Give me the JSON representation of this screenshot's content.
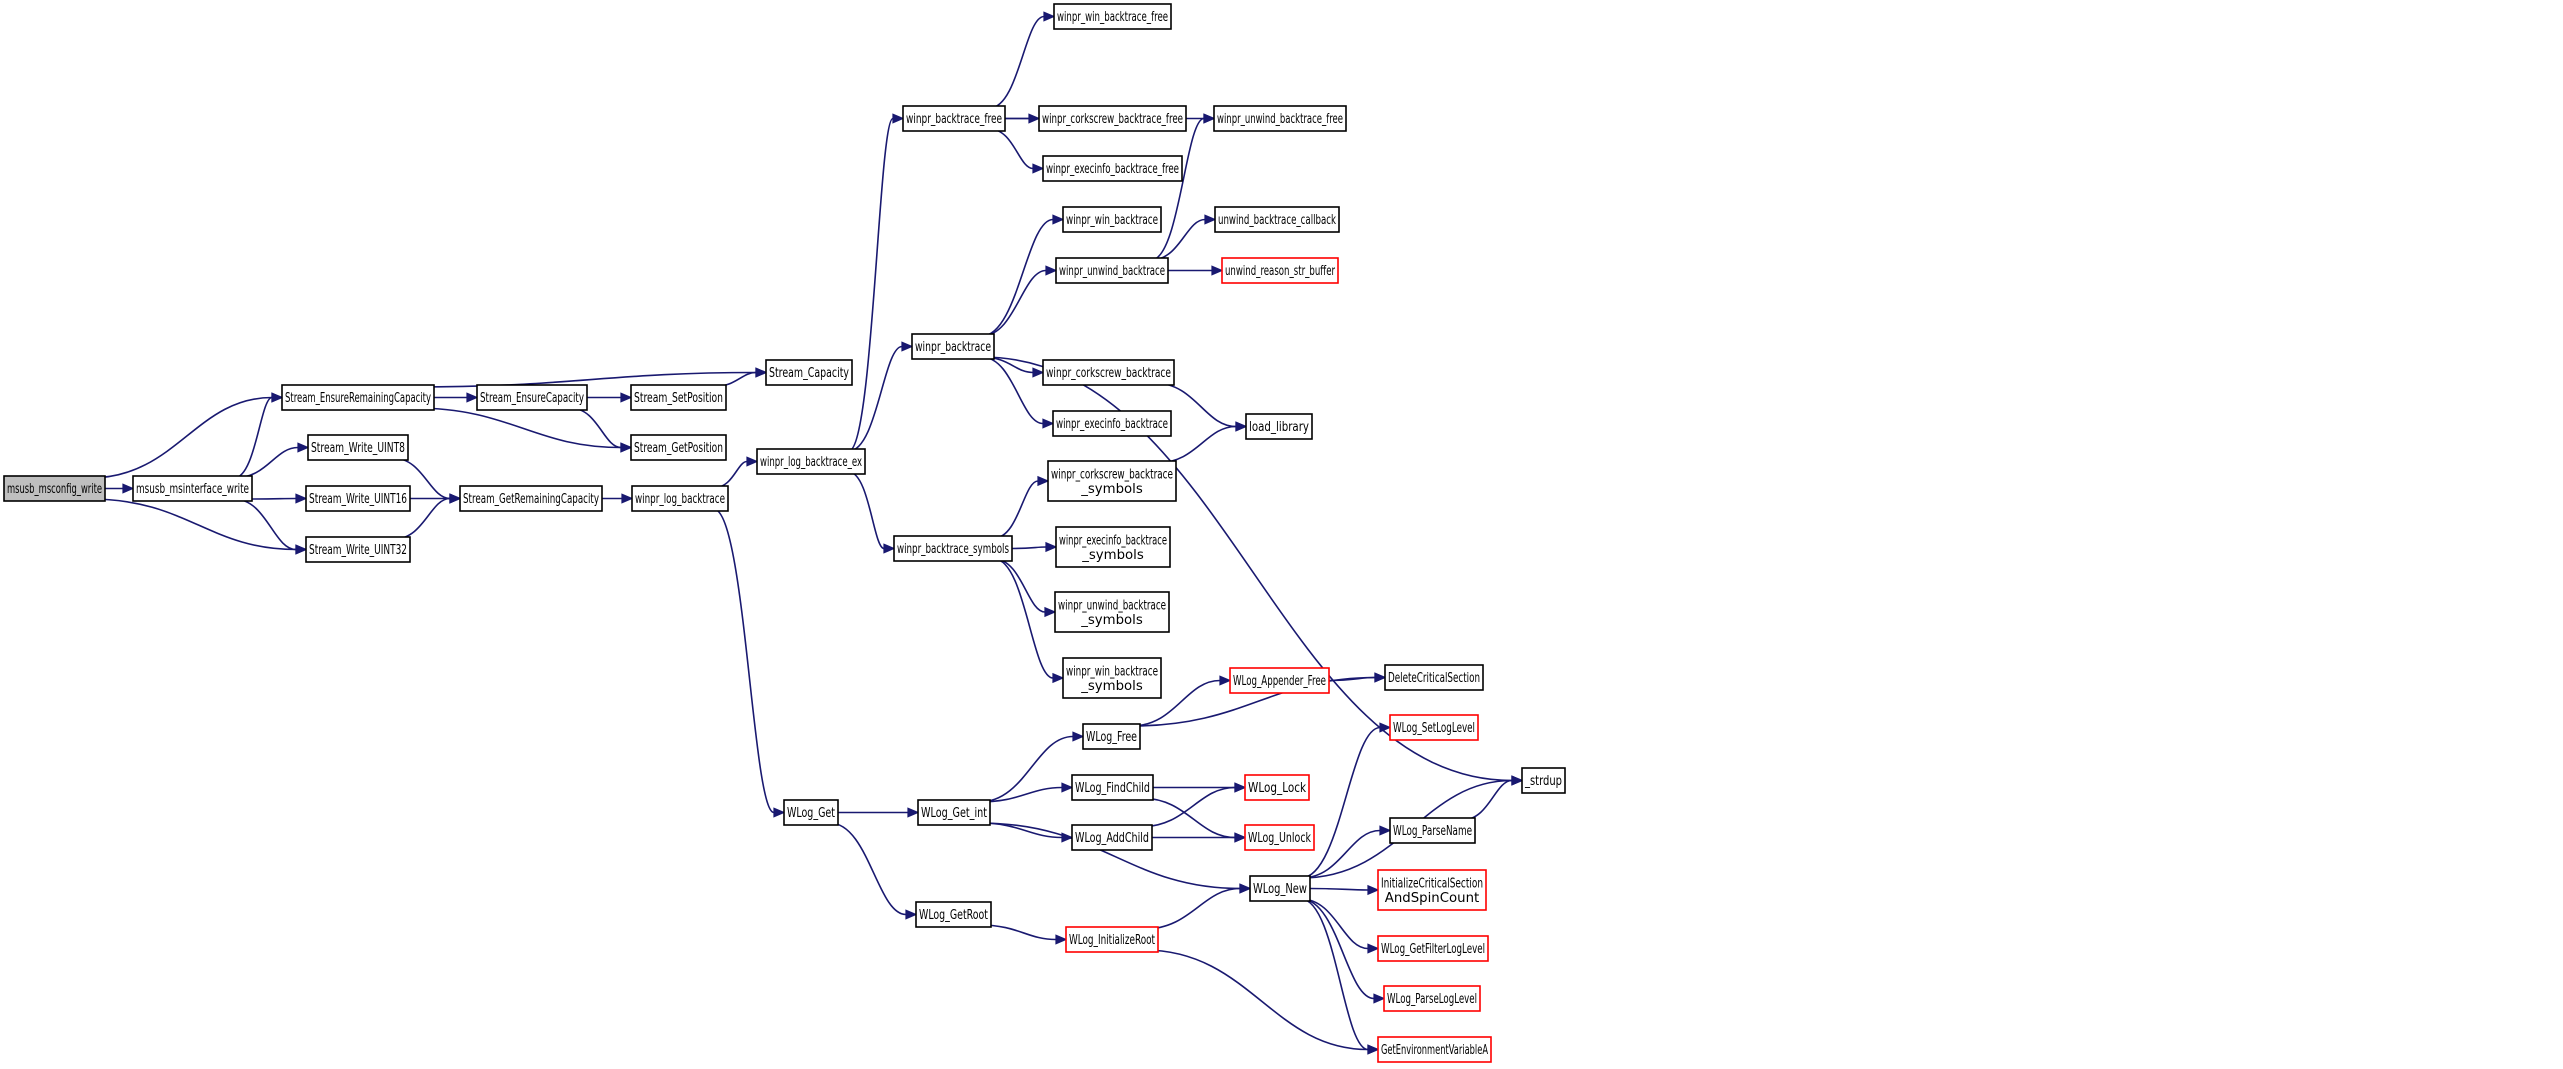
{
  "colors": {
    "edge": "#191970",
    "node_border": "#000000",
    "undocumented_border": "#ff0000",
    "root_fill": "#bfbfbf",
    "node_fill": "#ffffff"
  },
  "graph": {
    "root": "msusb_msconfig_write",
    "nodes": [
      {
        "id": "msusb_msconfig_write",
        "lines": [
          "msusb_msconfig_write"
        ]
      },
      {
        "id": "msusb_msinterface_write",
        "lines": [
          "msusb_msinterface_write"
        ]
      },
      {
        "id": "Stream_EnsureRemainingCapacity",
        "lines": [
          "Stream_EnsureRemainingCapacity"
        ]
      },
      {
        "id": "Stream_Write_UINT8",
        "lines": [
          "Stream_Write_UINT8"
        ]
      },
      {
        "id": "Stream_Write_UINT16",
        "lines": [
          "Stream_Write_UINT16"
        ]
      },
      {
        "id": "Stream_Write_UINT32",
        "lines": [
          "Stream_Write_UINT32"
        ]
      },
      {
        "id": "Stream_EnsureCapacity",
        "lines": [
          "Stream_EnsureCapacity"
        ]
      },
      {
        "id": "Stream_GetRemainingCapacity",
        "lines": [
          "Stream_GetRemainingCapacity"
        ]
      },
      {
        "id": "Stream_SetPosition",
        "lines": [
          "Stream_SetPosition"
        ]
      },
      {
        "id": "Stream_GetPosition",
        "lines": [
          "Stream_GetPosition"
        ]
      },
      {
        "id": "Stream_Capacity",
        "lines": [
          "Stream_Capacity"
        ]
      },
      {
        "id": "winpr_log_backtrace",
        "lines": [
          "winpr_log_backtrace"
        ]
      },
      {
        "id": "winpr_log_backtrace_ex",
        "lines": [
          "winpr_log_backtrace_ex"
        ]
      },
      {
        "id": "WLog_Get",
        "lines": [
          "WLog_Get"
        ]
      },
      {
        "id": "winpr_backtrace_free",
        "lines": [
          "winpr_backtrace_free"
        ]
      },
      {
        "id": "winpr_backtrace",
        "lines": [
          "winpr_backtrace"
        ]
      },
      {
        "id": "winpr_backtrace_symbols",
        "lines": [
          "winpr_backtrace_symbols"
        ]
      },
      {
        "id": "WLog_Get_int",
        "lines": [
          "WLog_Get_int"
        ]
      },
      {
        "id": "WLog_GetRoot",
        "lines": [
          "WLog_GetRoot"
        ]
      },
      {
        "id": "winpr_win_backtrace_free",
        "lines": [
          "winpr_win_backtrace_free"
        ]
      },
      {
        "id": "winpr_corkscrew_backtrace_free",
        "lines": [
          "winpr_corkscrew_backtrace_free"
        ]
      },
      {
        "id": "winpr_execinfo_backtrace_free",
        "lines": [
          "winpr_execinfo_backtrace_free"
        ]
      },
      {
        "id": "winpr_win_backtrace",
        "lines": [
          "winpr_win_backtrace"
        ]
      },
      {
        "id": "winpr_unwind_backtrace",
        "lines": [
          "winpr_unwind_backtrace"
        ]
      },
      {
        "id": "winpr_corkscrew_backtrace",
        "lines": [
          "winpr_corkscrew_backtrace"
        ]
      },
      {
        "id": "winpr_execinfo_backtrace",
        "lines": [
          "winpr_execinfo_backtrace"
        ]
      },
      {
        "id": "winpr_corkscrew_backtrace_symbols",
        "lines": [
          "winpr_corkscrew_backtrace",
          "_symbols"
        ]
      },
      {
        "id": "winpr_execinfo_backtrace_symbols",
        "lines": [
          "winpr_execinfo_backtrace",
          "_symbols"
        ]
      },
      {
        "id": "winpr_unwind_backtrace_symbols",
        "lines": [
          "winpr_unwind_backtrace",
          "_symbols"
        ]
      },
      {
        "id": "winpr_win_backtrace_symbols",
        "lines": [
          "winpr_win_backtrace",
          "_symbols"
        ]
      },
      {
        "id": "WLog_Free",
        "lines": [
          "WLog_Free"
        ]
      },
      {
        "id": "WLog_FindChild",
        "lines": [
          "WLog_FindChild"
        ]
      },
      {
        "id": "WLog_AddChild",
        "lines": [
          "WLog_AddChild"
        ]
      },
      {
        "id": "WLog_InitializeRoot",
        "lines": [
          "WLog_InitializeRoot"
        ],
        "undocumented": true
      },
      {
        "id": "winpr_unwind_backtrace_free",
        "lines": [
          "winpr_unwind_backtrace_free"
        ]
      },
      {
        "id": "unwind_backtrace_callback",
        "lines": [
          "unwind_backtrace_callback"
        ]
      },
      {
        "id": "unwind_reason_str_buffer",
        "lines": [
          "unwind_reason_str_buffer"
        ],
        "undocumented": true
      },
      {
        "id": "load_library",
        "lines": [
          "load_library"
        ]
      },
      {
        "id": "WLog_Appender_Free",
        "lines": [
          "WLog_Appender_Free"
        ],
        "undocumented": true
      },
      {
        "id": "WLog_Lock",
        "lines": [
          "WLog_Lock"
        ],
        "undocumented": true
      },
      {
        "id": "WLog_Unlock",
        "lines": [
          "WLog_Unlock"
        ],
        "undocumented": true
      },
      {
        "id": "WLog_New",
        "lines": [
          "WLog_New"
        ]
      },
      {
        "id": "DeleteCriticalSection",
        "lines": [
          "DeleteCriticalSection"
        ]
      },
      {
        "id": "WLog_SetLogLevel",
        "lines": [
          "WLog_SetLogLevel"
        ],
        "undocumented": true
      },
      {
        "id": "_strdup",
        "lines": [
          "_strdup"
        ]
      },
      {
        "id": "WLog_ParseName",
        "lines": [
          "WLog_ParseName"
        ]
      },
      {
        "id": "InitializeCriticalSectionAndSpinCount",
        "lines": [
          "InitializeCriticalSection",
          "AndSpinCount"
        ],
        "undocumented": true
      },
      {
        "id": "WLog_GetFilterLogLevel",
        "lines": [
          "WLog_GetFilterLogLevel"
        ],
        "undocumented": true
      },
      {
        "id": "WLog_ParseLogLevel",
        "lines": [
          "WLog_ParseLogLevel"
        ],
        "undocumented": true
      },
      {
        "id": "GetEnvironmentVariableA",
        "lines": [
          "GetEnvironmentVariableA"
        ],
        "undocumented": true
      }
    ],
    "edges": [
      [
        "msusb_msconfig_write",
        "msusb_msinterface_write"
      ],
      [
        "msusb_msconfig_write",
        "Stream_EnsureRemainingCapacity"
      ],
      [
        "msusb_msconfig_write",
        "Stream_Write_UINT32"
      ],
      [
        "msusb_msinterface_write",
        "Stream_EnsureRemainingCapacity"
      ],
      [
        "msusb_msinterface_write",
        "Stream_Write_UINT8"
      ],
      [
        "msusb_msinterface_write",
        "Stream_Write_UINT16"
      ],
      [
        "msusb_msinterface_write",
        "Stream_Write_UINT32"
      ],
      [
        "Stream_EnsureRemainingCapacity",
        "Stream_Capacity"
      ],
      [
        "Stream_EnsureRemainingCapacity",
        "Stream_EnsureCapacity"
      ],
      [
        "Stream_EnsureRemainingCapacity",
        "Stream_GetPosition"
      ],
      [
        "Stream_EnsureCapacity",
        "Stream_SetPosition"
      ],
      [
        "Stream_EnsureCapacity",
        "Stream_GetPosition"
      ],
      [
        "Stream_SetPosition",
        "Stream_Capacity"
      ],
      [
        "Stream_Write_UINT8",
        "Stream_GetRemainingCapacity"
      ],
      [
        "Stream_Write_UINT16",
        "Stream_GetRemainingCapacity"
      ],
      [
        "Stream_Write_UINT32",
        "Stream_GetRemainingCapacity"
      ],
      [
        "Stream_GetRemainingCapacity",
        "winpr_log_backtrace"
      ],
      [
        "winpr_log_backtrace",
        "winpr_log_backtrace_ex"
      ],
      [
        "winpr_log_backtrace",
        "WLog_Get"
      ],
      [
        "winpr_log_backtrace_ex",
        "winpr_backtrace_free"
      ],
      [
        "winpr_log_backtrace_ex",
        "winpr_backtrace"
      ],
      [
        "winpr_log_backtrace_ex",
        "winpr_backtrace_symbols"
      ],
      [
        "winpr_backtrace_free",
        "winpr_win_backtrace_free"
      ],
      [
        "winpr_backtrace_free",
        "winpr_unwind_backtrace_free"
      ],
      [
        "winpr_backtrace_free",
        "winpr_corkscrew_backtrace_free"
      ],
      [
        "winpr_backtrace_free",
        "winpr_execinfo_backtrace_free"
      ],
      [
        "winpr_backtrace",
        "winpr_win_backtrace"
      ],
      [
        "winpr_backtrace",
        "winpr_unwind_backtrace"
      ],
      [
        "winpr_backtrace",
        "_strdup"
      ],
      [
        "winpr_backtrace",
        "winpr_corkscrew_backtrace"
      ],
      [
        "winpr_backtrace",
        "winpr_execinfo_backtrace"
      ],
      [
        "winpr_unwind_backtrace",
        "winpr_unwind_backtrace_free"
      ],
      [
        "winpr_unwind_backtrace",
        "unwind_backtrace_callback"
      ],
      [
        "winpr_unwind_backtrace",
        "unwind_reason_str_buffer"
      ],
      [
        "winpr_corkscrew_backtrace",
        "load_library"
      ],
      [
        "winpr_corkscrew_backtrace_symbols",
        "load_library"
      ],
      [
        "winpr_backtrace_symbols",
        "winpr_corkscrew_backtrace_symbols"
      ],
      [
        "winpr_backtrace_symbols",
        "winpr_execinfo_backtrace_symbols"
      ],
      [
        "winpr_backtrace_symbols",
        "winpr_unwind_backtrace_symbols"
      ],
      [
        "winpr_backtrace_symbols",
        "winpr_win_backtrace_symbols"
      ],
      [
        "WLog_Get",
        "WLog_Get_int"
      ],
      [
        "WLog_Get",
        "WLog_GetRoot"
      ],
      [
        "WLog_Get_int",
        "WLog_Free"
      ],
      [
        "WLog_Get_int",
        "WLog_FindChild"
      ],
      [
        "WLog_Get_int",
        "WLog_AddChild"
      ],
      [
        "WLog_Get_int",
        "WLog_New"
      ],
      [
        "WLog_Free",
        "WLog_Appender_Free"
      ],
      [
        "WLog_Free",
        "DeleteCriticalSection"
      ],
      [
        "WLog_Appender_Free",
        "DeleteCriticalSection"
      ],
      [
        "WLog_FindChild",
        "WLog_Lock"
      ],
      [
        "WLog_FindChild",
        "WLog_Unlock"
      ],
      [
        "WLog_AddChild",
        "WLog_Lock"
      ],
      [
        "WLog_AddChild",
        "WLog_Unlock"
      ],
      [
        "WLog_GetRoot",
        "WLog_InitializeRoot"
      ],
      [
        "WLog_InitializeRoot",
        "WLog_New"
      ],
      [
        "WLog_InitializeRoot",
        "GetEnvironmentVariableA"
      ],
      [
        "WLog_New",
        "WLog_SetLogLevel"
      ],
      [
        "WLog_New",
        "_strdup"
      ],
      [
        "WLog_New",
        "WLog_ParseName"
      ],
      [
        "WLog_New",
        "InitializeCriticalSectionAndSpinCount"
      ],
      [
        "WLog_New",
        "WLog_GetFilterLogLevel"
      ],
      [
        "WLog_New",
        "WLog_ParseLogLevel"
      ],
      [
        "WLog_New",
        "GetEnvironmentVariableA"
      ],
      [
        "WLog_ParseName",
        "_strdup"
      ]
    ]
  }
}
